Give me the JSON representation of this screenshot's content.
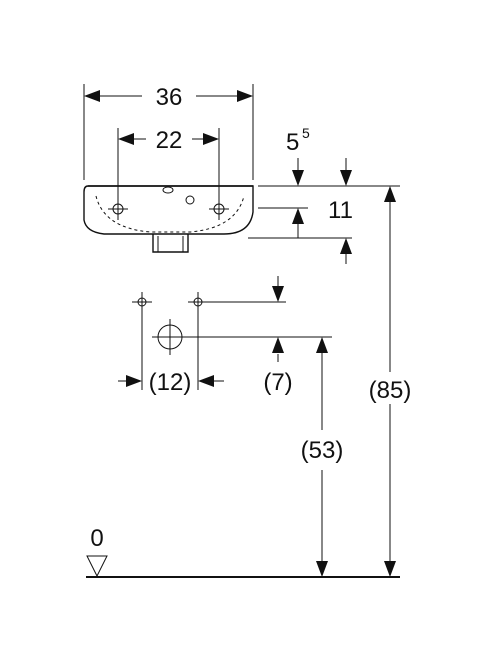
{
  "diagram": {
    "dimensions": {
      "basin_width": "36",
      "tap_hole_spacing": "22",
      "rim_offset_base": "5",
      "rim_offset_sup": "5",
      "basin_depth": "11",
      "supply_spacing": "(12)",
      "supply_height_offset": "(7)",
      "drain_height": "(53)",
      "rim_height": "(85)",
      "floor_level": "0"
    }
  }
}
